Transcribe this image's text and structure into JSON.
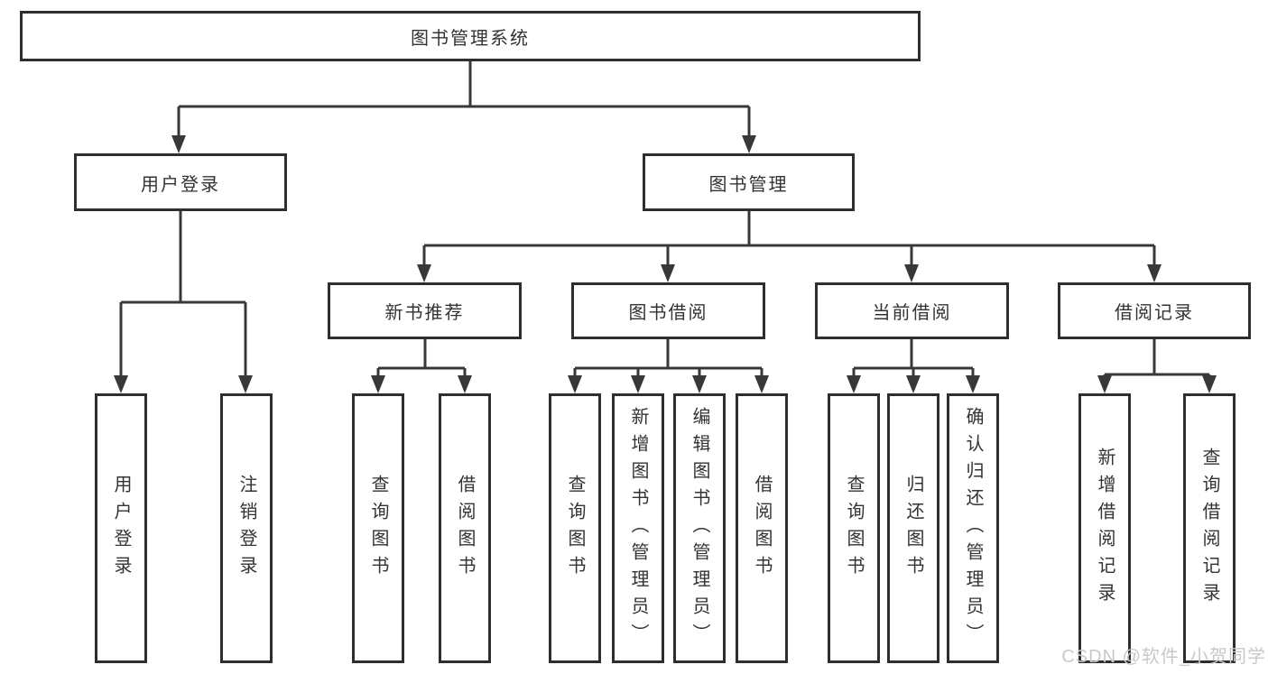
{
  "page": {
    "watermark": "CSDN @软件_小贺同学"
  },
  "tree": {
    "root": {
      "label": "图书管理系统"
    },
    "branches": [
      {
        "label": "用户登录",
        "children": [
          {
            "label": "用户登录"
          },
          {
            "label": "注销登录"
          }
        ]
      },
      {
        "label": "图书管理",
        "children": [
          {
            "label": "新书推荐",
            "children": [
              {
                "label": "查询图书"
              },
              {
                "label": "借阅图书"
              }
            ]
          },
          {
            "label": "图书借阅",
            "children": [
              {
                "label": "查询图书"
              },
              {
                "label": "新增图书（管理员）"
              },
              {
                "label": "编辑图书（管理员）"
              },
              {
                "label": "借阅图书"
              }
            ]
          },
          {
            "label": "当前借阅",
            "children": [
              {
                "label": "查询图书"
              },
              {
                "label": "归还图书"
              },
              {
                "label": "确认归还（管理员）"
              }
            ]
          },
          {
            "label": "借阅记录",
            "children": [
              {
                "label": "新增借阅记录"
              },
              {
                "label": "查询借阅记录"
              }
            ]
          }
        ]
      }
    ]
  },
  "style": {
    "line_color": "#383838",
    "border_color": "#2e2e2e",
    "text_color": "#333333",
    "watermark_color": "#c9c9c9",
    "bg_color": "#ffffff"
  }
}
